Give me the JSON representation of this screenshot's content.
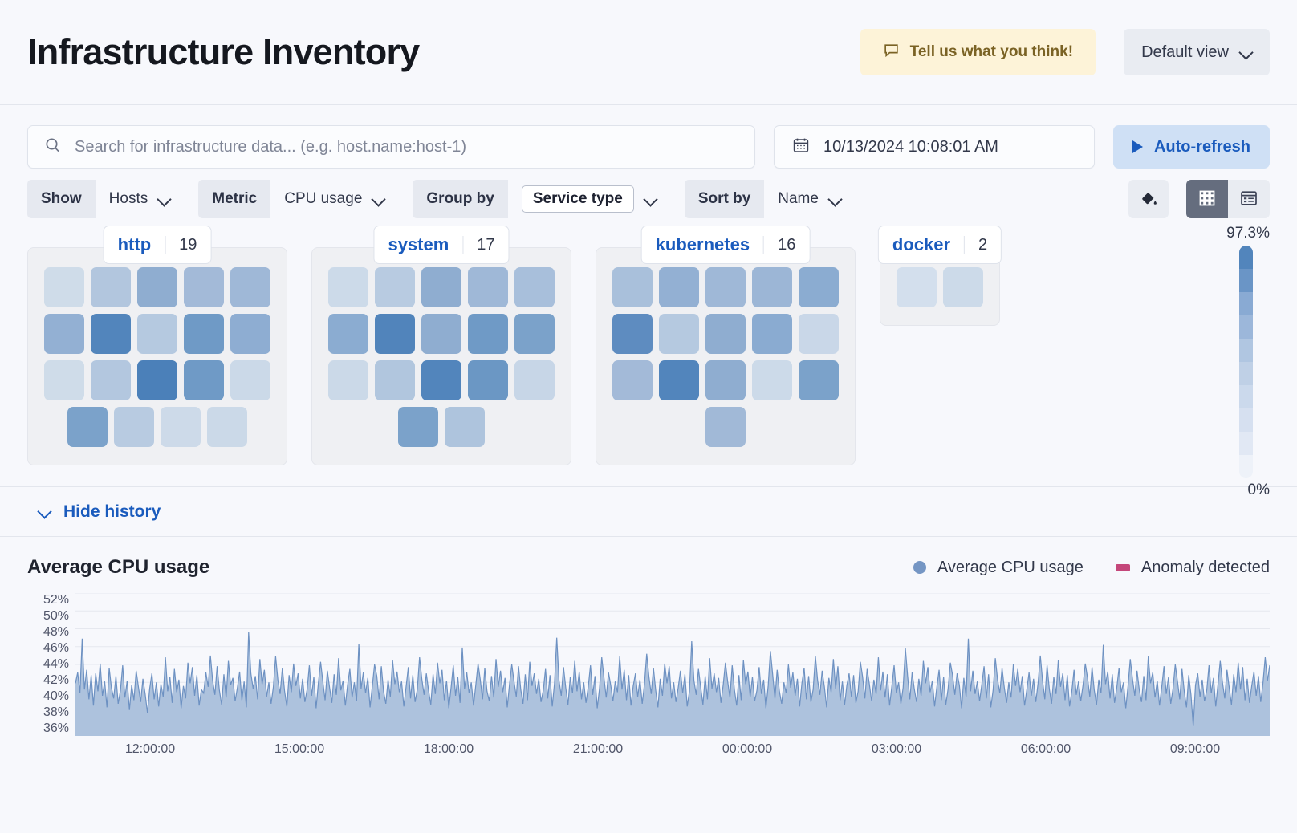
{
  "header": {
    "title": "Infrastructure Inventory",
    "feedback_label": "Tell us what you think!",
    "feedback_icon": "comment-icon",
    "view_label": "Default view",
    "view_chevron_icon": "chevron-down-icon"
  },
  "search": {
    "placeholder": "Search for infrastructure data... (e.g. host.name:host-1)",
    "icon": "search-icon",
    "date_value": "10/13/2024 10:08:01 AM",
    "date_icon": "calendar-icon",
    "refresh_label": "Auto-refresh",
    "refresh_icon": "play-icon"
  },
  "filters": [
    {
      "label": "Show",
      "value": "Hosts",
      "pill": false
    },
    {
      "label": "Metric",
      "value": "CPU usage",
      "pill": false
    },
    {
      "label": "Group by",
      "value": "Service type",
      "pill": true
    },
    {
      "label": "Sort by",
      "value": "Name",
      "pill": false
    }
  ],
  "view_controls": {
    "palette_icon": "paint-bucket-icon",
    "grid_icon": "grid-view-icon",
    "table_icon": "table-view-icon",
    "active": "grid"
  },
  "heatmap": {
    "legend_max": "97.3%",
    "legend_min": "0%",
    "legend_colors": [
      "#5285bc",
      "#6a95c6",
      "#89aad3",
      "#9cb7da",
      "#b0c6e1",
      "#bfd0e6",
      "#cbd9ec",
      "#d6e0f0",
      "#e1e8f4",
      "#eef2f9"
    ],
    "groups": [
      {
        "name": "http",
        "count": "19",
        "rows": [
          [
            "#cfdce9",
            "#b2c6de",
            "#8fadd0",
            "#a3bad8",
            "#9fb8d7"
          ],
          [
            "#93b0d3",
            "#5285bc",
            "#b5c9e0",
            "#6f9ac6",
            "#8eadd2"
          ],
          [
            "#cfdce9",
            "#b3c7df",
            "#4b80b9",
            "#6f9ac6",
            "#cbd9e8"
          ],
          [
            "#7ba2ca",
            "#b8cbe1",
            "#cddae9",
            "#cbd9e8"
          ]
        ],
        "row_offsets": [
          0,
          0,
          0,
          1
        ]
      },
      {
        "name": "system",
        "count": "17",
        "rows": [
          [
            "#ccdae9",
            "#b8cbe1",
            "#8fadd0",
            "#9fb8d7",
            "#a8bfdb"
          ],
          [
            "#8bacd1",
            "#5184bb",
            "#8fadd0",
            "#6f9ac6",
            "#7ba2ca"
          ],
          [
            "#cbd9e8",
            "#b1c6de",
            "#5285bc",
            "#6b97c4",
            "#c7d6e7"
          ],
          [
            "#7ba2ca",
            "#aec4dd"
          ]
        ],
        "row_offsets": [
          0,
          0,
          0,
          2
        ]
      },
      {
        "name": "kubernetes",
        "count": "16",
        "rows": [
          [
            "#a9c0db",
            "#93b0d3",
            "#9fb8d7",
            "#9cb6d6",
            "#8bacd1"
          ],
          [
            "#5e8cc0",
            "#b5c9e0",
            "#8fadd0",
            "#8aabd1",
            "#c9d7e8"
          ],
          [
            "#a3bad8",
            "#5285bc",
            "#8fadd0",
            "#ccdae9",
            "#7ba2ca"
          ],
          [
            "#a1b9d7"
          ]
        ],
        "row_offsets": [
          0,
          0,
          0,
          2
        ]
      },
      {
        "name": "docker",
        "count": "2",
        "rows": [
          [
            "#d3dfed",
            "#ccdae9"
          ]
        ],
        "row_offsets": [
          0
        ]
      }
    ]
  },
  "history": {
    "toggle_label": "Hide history",
    "toggle_icon": "chevron-down-icon"
  },
  "chart_data": {
    "type": "area",
    "title": "Average CPU usage",
    "xlabel": "",
    "ylabel": "",
    "ylim": [
      36,
      52
    ],
    "grid": true,
    "legend_position": "top-right",
    "legend": [
      {
        "name": "Average CPU usage",
        "color": "#7596c4",
        "marker": "circle"
      },
      {
        "name": "Anomaly detected",
        "color": "#c4477a",
        "marker": "square"
      }
    ],
    "ytick_labels": [
      "52%",
      "50%",
      "48%",
      "46%",
      "44%",
      "42%",
      "40%",
      "38%",
      "36%"
    ],
    "ytick_values": [
      52,
      50,
      48,
      46,
      44,
      42,
      40,
      38,
      36
    ],
    "xtick_labels": [
      "12:00:00",
      "15:00:00",
      "18:00:00",
      "21:00:00",
      "00:00:00",
      "03:00:00",
      "06:00:00",
      "09:00:00"
    ],
    "series": [
      {
        "name": "Average CPU usage",
        "color": "#6d91c2",
        "fill": "#adc2dd",
        "values": [
          41.9,
          43.1,
          40.8,
          46.9,
          41.2,
          43.4,
          40.1,
          42.8,
          39.4,
          43.0,
          41.0,
          44.1,
          40.5,
          42.1,
          39.2,
          43.6,
          41.4,
          40.2,
          42.7,
          39.6,
          41.1,
          43.9,
          40.3,
          42.2,
          38.9,
          41.7,
          40.0,
          43.3,
          41.5,
          39.8,
          42.4,
          40.7,
          38.6,
          41.3,
          43.0,
          40.1,
          42.0,
          39.3,
          41.8,
          40.4,
          44.8,
          41.0,
          42.6,
          39.7,
          43.5,
          40.9,
          42.3,
          39.1,
          41.6,
          40.2,
          44.2,
          41.9,
          43.7,
          40.5,
          42.8,
          39.4,
          41.2,
          40.8,
          43.1,
          41.5,
          45.0,
          42.2,
          40.6,
          43.8,
          41.1,
          39.5,
          42.9,
          40.3,
          44.4,
          41.7,
          42.5,
          39.9,
          41.4,
          43.2,
          40.0,
          42.1,
          39.2,
          47.6,
          43.0,
          41.3,
          42.7,
          40.1,
          44.6,
          41.8,
          43.4,
          40.4,
          42.0,
          39.6,
          41.5,
          44.9,
          42.3,
          40.7,
          43.6,
          41.0,
          39.3,
          42.8,
          40.9,
          44.1,
          41.6,
          43.0,
          40.2,
          42.4,
          39.8,
          41.2,
          43.9,
          40.5,
          42.6,
          39.1,
          41.9,
          44.3,
          42.1,
          40.0,
          43.3,
          41.4,
          39.7,
          42.9,
          40.6,
          44.7,
          41.1,
          42.2,
          39.4,
          41.7,
          43.5,
          40.3,
          42.0,
          39.9,
          46.3,
          41.3,
          43.1,
          40.8,
          42.5,
          39.2,
          41.6,
          44.0,
          42.7,
          40.1,
          43.8,
          41.0,
          39.6,
          42.3,
          40.4,
          44.5,
          41.8,
          43.2,
          40.9,
          42.1,
          39.3,
          41.5,
          43.7,
          40.2,
          42.8,
          39.8,
          41.2,
          44.8,
          42.4,
          40.6,
          43.0,
          41.1,
          39.5,
          42.9,
          40.7,
          44.2,
          41.9,
          43.4,
          40.0,
          42.2,
          39.1,
          41.4,
          43.9,
          40.5,
          42.6,
          39.7,
          45.9,
          41.3,
          43.1,
          40.8,
          42.0,
          39.4,
          41.7,
          44.1,
          42.3,
          40.1,
          43.6,
          41.0,
          39.9,
          42.7,
          40.3,
          44.6,
          41.5,
          43.3,
          40.9,
          42.5,
          39.2,
          41.8,
          44.0,
          42.1,
          40.4,
          43.8,
          41.2,
          39.6,
          42.9,
          40.0,
          44.3,
          41.6,
          43.0,
          40.7,
          42.4,
          39.8,
          41.1,
          43.5,
          40.2,
          42.8,
          39.3,
          41.9,
          47.0,
          42.2,
          40.5,
          43.7,
          41.4,
          39.5,
          42.6,
          40.8,
          44.4,
          41.0,
          43.2,
          40.1,
          42.0,
          39.7,
          41.5,
          43.9,
          40.6,
          42.7,
          39.1,
          41.3,
          44.8,
          42.5,
          40.3,
          43.1,
          41.7,
          39.9,
          42.1,
          40.9,
          44.9,
          41.2,
          43.4,
          40.0,
          42.8,
          39.4,
          41.6,
          43.0,
          40.4,
          42.3,
          39.6,
          41.8,
          45.2,
          42.6,
          40.7,
          43.6,
          41.1,
          39.2,
          42.4,
          40.5,
          44.1,
          41.9,
          43.8,
          40.2,
          42.0,
          39.8,
          41.4,
          43.3,
          40.8,
          42.9,
          39.3,
          41.0,
          46.6,
          42.2,
          40.6,
          43.5,
          41.5,
          39.5,
          42.7,
          40.1,
          44.7,
          41.3,
          43.0,
          40.9,
          42.5,
          39.7,
          41.7,
          44.2,
          42.1,
          40.3,
          43.9,
          41.2,
          39.4,
          42.8,
          40.0,
          44.5,
          41.8,
          43.2,
          40.4,
          42.6,
          39.9,
          41.1,
          43.7,
          40.7,
          42.3,
          39.1,
          41.6,
          45.5,
          42.9,
          40.2,
          43.4,
          41.0,
          39.6,
          42.0,
          40.8,
          44.0,
          41.4,
          43.1,
          40.5,
          42.4,
          39.3,
          41.9,
          43.6,
          40.1,
          42.7,
          39.8,
          41.2,
          44.9,
          42.2,
          40.6,
          43.3,
          41.5,
          39.2,
          42.5,
          40.9,
          44.6,
          41.3,
          43.8,
          40.0,
          42.1,
          39.5,
          41.7,
          43.0,
          40.4,
          42.8,
          39.7,
          41.0,
          44.3,
          42.6,
          40.2,
          43.5,
          41.8,
          39.9,
          42.3,
          40.7,
          44.8,
          41.1,
          43.2,
          40.3,
          42.9,
          39.4,
          41.6,
          43.9,
          40.8,
          42.0,
          39.6,
          41.4,
          45.8,
          42.7,
          40.1,
          43.1,
          41.2,
          39.8,
          42.4,
          40.5,
          44.4,
          41.9,
          43.7,
          40.9,
          42.2,
          39.3,
          41.5,
          43.4,
          40.0,
          42.6,
          39.5,
          41.3,
          44.2,
          42.8,
          40.6,
          43.0,
          41.7,
          39.1,
          42.5,
          40.4,
          46.9,
          41.0,
          43.3,
          40.7,
          42.1,
          39.9,
          41.8,
          43.8,
          40.2,
          42.9,
          39.2,
          41.1,
          44.7,
          42.3,
          40.8,
          43.6,
          41.4,
          39.7,
          42.0,
          40.3,
          44.0,
          41.6,
          43.5,
          40.9,
          42.7,
          39.4,
          41.2,
          43.1,
          40.5,
          42.4,
          39.8,
          41.9,
          45.0,
          42.2,
          40.1,
          43.9,
          41.3,
          39.6,
          42.6,
          40.7,
          44.5,
          41.5,
          43.0,
          40.0,
          42.8,
          39.3,
          41.0,
          43.4,
          40.6,
          42.1,
          39.9,
          41.7,
          44.1,
          42.5,
          40.4,
          43.7,
          41.1,
          39.5,
          42.3,
          40.8,
          46.2,
          41.8,
          43.2,
          40.2,
          42.9,
          39.7,
          41.4,
          43.6,
          40.9,
          42.0,
          39.1,
          41.6,
          44.6,
          42.4,
          40.5,
          43.3,
          41.2,
          39.8,
          42.7,
          40.0,
          44.9,
          41.9,
          43.1,
          40.3,
          42.2,
          39.4,
          41.5,
          43.8,
          40.7,
          42.6,
          39.6,
          41.3,
          44.0,
          42.1,
          40.1,
          43.5,
          41.0,
          39.2,
          42.8,
          40.6,
          37.1,
          41.7,
          43.0,
          40.4,
          42.3,
          39.9,
          41.1,
          43.9,
          40.8,
          42.5,
          39.3,
          41.8,
          44.4,
          42.0,
          40.2,
          43.4,
          41.4,
          39.5,
          42.9,
          40.9,
          44.2,
          41.2,
          43.7,
          40.0,
          42.4,
          39.7,
          41.6,
          43.2,
          40.5,
          42.7,
          39.8,
          41.9,
          44.8,
          42.2,
          43.9
        ]
      }
    ]
  }
}
